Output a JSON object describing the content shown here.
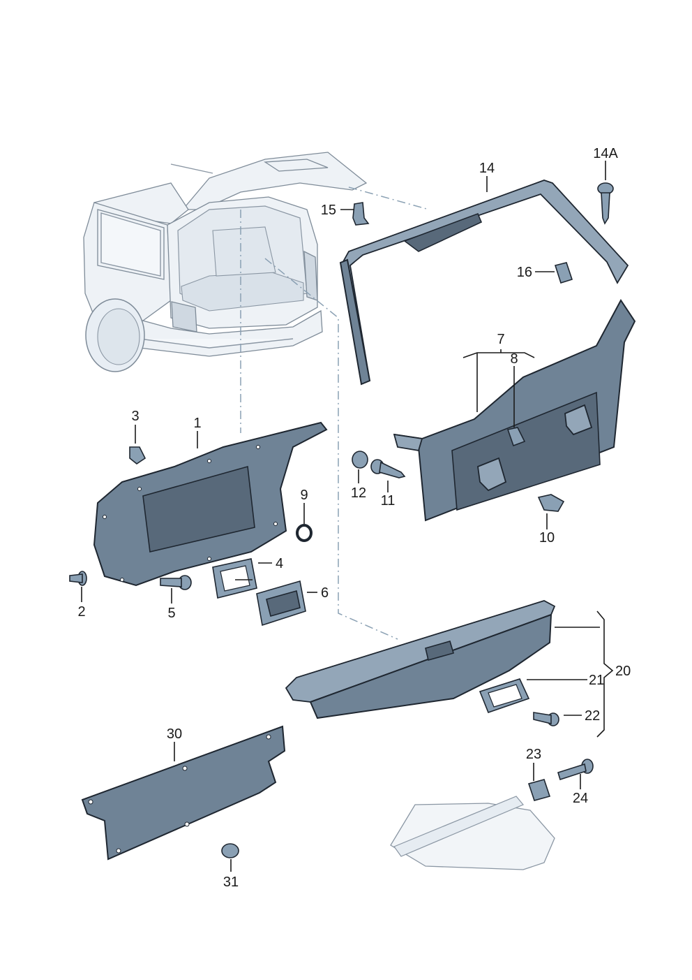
{
  "labels": {
    "p1": "1",
    "p2": "2",
    "p3": "3",
    "p4": "4",
    "p5": "5",
    "p6": "6",
    "p7": "7",
    "p8": "8",
    "p9": "9",
    "p10": "10",
    "p11": "11",
    "p12": "12",
    "p14": "14",
    "p14a": "14A",
    "p15": "15",
    "p16": "16",
    "p20": "20",
    "p21": "21",
    "p22": "22",
    "p23": "23",
    "p24": "24",
    "p30": "30",
    "p31": "31"
  },
  "colors": {
    "trim": "#6f8396",
    "trim_light": "#93a6b8",
    "outline": "#1e2630",
    "vehicle": "#eef2f6",
    "leader": "#1a1a1a"
  }
}
